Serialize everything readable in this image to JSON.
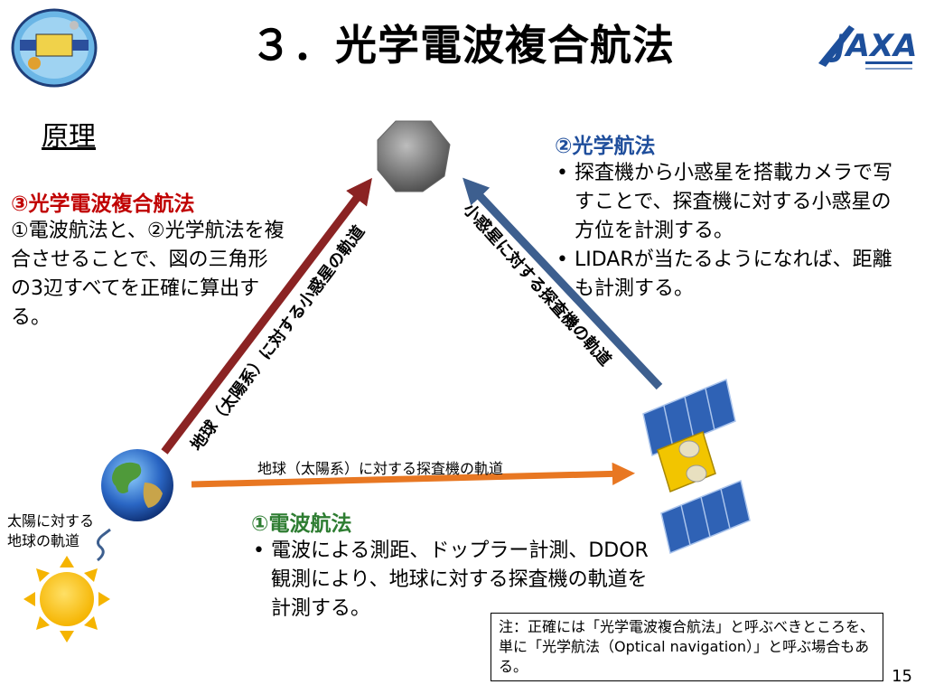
{
  "title": "３．光学電波複合航法",
  "principle_heading": "原理",
  "combined": {
    "heading": "③光学電波複合航法",
    "body": "①電波航法と、②光学航法を複合させることで、図の三角形の3辺すべてを正確に算出する。"
  },
  "optical": {
    "heading": "②光学航法",
    "bullets": [
      "探査機から小惑星を搭載カメラで写すことで、探査機に対する小惑星の方位を計測する。",
      "LIDARが当たるようになれば、距離も計測する。"
    ]
  },
  "radio": {
    "heading": "①電波航法",
    "bullets": [
      "電波による測距、ドップラー計測、DDOR観測により、地球に対する探査機の軌道を計測する。"
    ]
  },
  "arrows": {
    "earth_to_asteroid": "地球（太陽系）に対する小惑星の軌道",
    "asteroid_to_probe": "小惑星に対する探査機の軌道",
    "earth_to_probe": "地球（太陽系）に対する探査機の軌道"
  },
  "sun_label": "太陽に対する\n地球の軌道",
  "note": "注：正確には「光学電波複合航法」と呼ぶべきところを、単に「光学航法（Optical navigation）」と呼ぶ場合もある。",
  "page_number": "15",
  "logo_text": "JAXA",
  "colors": {
    "red_arrow": "#8b2323",
    "blue_arrow": "#3d5f8f",
    "orange_arrow": "#e87722",
    "heading_red": "#c00000",
    "heading_blue": "#1f4e9c",
    "heading_green": "#2e7d32"
  }
}
